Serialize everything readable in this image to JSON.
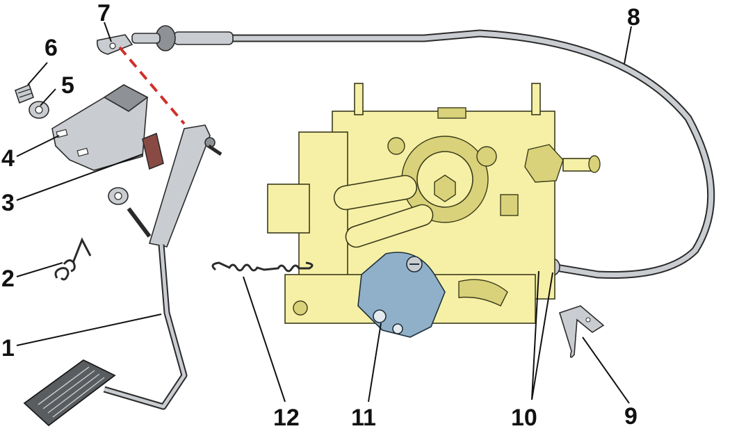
{
  "diagram": {
    "callouts": [
      {
        "id": "1",
        "text": "1"
      },
      {
        "id": "2",
        "text": "2"
      },
      {
        "id": "3",
        "text": "3"
      },
      {
        "id": "4",
        "text": "4"
      },
      {
        "id": "5",
        "text": "5"
      },
      {
        "id": "6",
        "text": "6"
      },
      {
        "id": "7",
        "text": "7"
      },
      {
        "id": "8",
        "text": "8"
      },
      {
        "id": "9",
        "text": "9"
      },
      {
        "id": "10",
        "text": "10"
      },
      {
        "id": "11",
        "text": "11"
      },
      {
        "id": "12",
        "text": "12"
      }
    ],
    "colors": {
      "carburetor": "#f6f0a6",
      "metal": "#c9ccd0",
      "throttle_sector": "#8fb0c8",
      "rubber_pad": "#8a4a44",
      "dashed_link": "#d0302a"
    }
  }
}
